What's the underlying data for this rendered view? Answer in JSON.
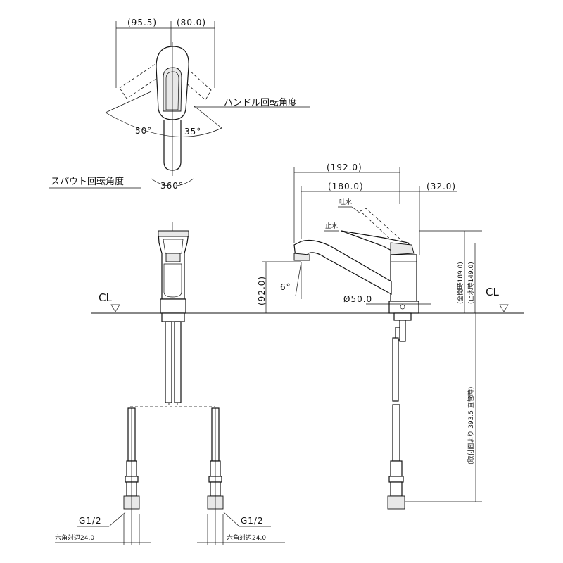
{
  "top_view": {
    "dim_left": "(95.5)",
    "dim_right": "(80.0)",
    "handle_rotation_label": "ハンドル回転角度",
    "angle_left": "50°",
    "angle_right": "35°",
    "spout_rotation_label": "スパウト回転角度",
    "spout_angle": "360°"
  },
  "side_view": {
    "dim_total_reach": "(192.0)",
    "dim_spout_reach": "(180.0)",
    "dim_handle_offset": "(32.0)",
    "label_discharge": "吐水",
    "label_stop": "止水",
    "dim_spout_height": "(92.0)",
    "spout_angle": "6°",
    "dim_base_diameter": "Ø50.0",
    "dim_height_open": "(全開時189.0)",
    "dim_height_closed": "(止水時149.0)",
    "dim_hose_length": "(取付面より 393.5 直管時)"
  },
  "front_view": {
    "thread_left": "G1/2",
    "thread_right": "G1/2",
    "hex_left": "六角対辺24.0",
    "hex_right": "六角対辺24.0"
  },
  "centerline_label_left": "CL",
  "centerline_label_right": "CL"
}
